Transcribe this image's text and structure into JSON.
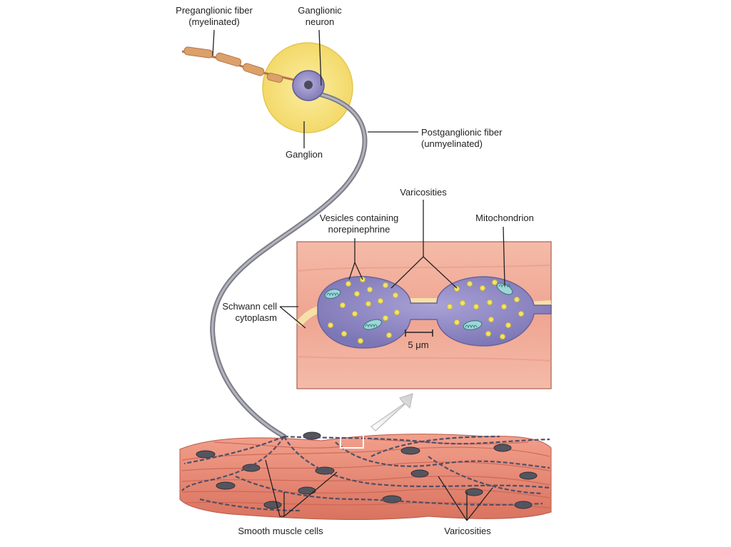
{
  "labels": {
    "preganglionic_line1": "Preganglionic fiber",
    "preganglionic_line2": "(myelinated)",
    "ganglionic_line1": "Ganglionic",
    "ganglionic_line2": "neuron",
    "ganglion": "Ganglion",
    "postganglionic_line1": "Postganglionic fiber",
    "postganglionic_line2": "(unmyelinated)",
    "varicosities_top": "Varicosities",
    "vesicles_line1": "Vesicles containing",
    "vesicles_line2": "norepinephrine",
    "mitochondrion": "Mitochondrion",
    "schwann_line1": "Schwann cell",
    "schwann_line2": "cytoplasm",
    "scale_bar": "5 μm",
    "smooth_muscle": "Smooth muscle cells",
    "varicosities_bottom": "Varicosities"
  },
  "colors": {
    "ganglion": "#f7e27c",
    "neuron": "#9a93c9",
    "fiber": "#8f8f99",
    "myelin": "#d9a06b",
    "inset_bg": "#f3b3a0",
    "muscle": "#e98a78",
    "vesicle": "#f2e56b",
    "mitochondrion": "#8fd0d2",
    "nucleus": "#555555"
  }
}
